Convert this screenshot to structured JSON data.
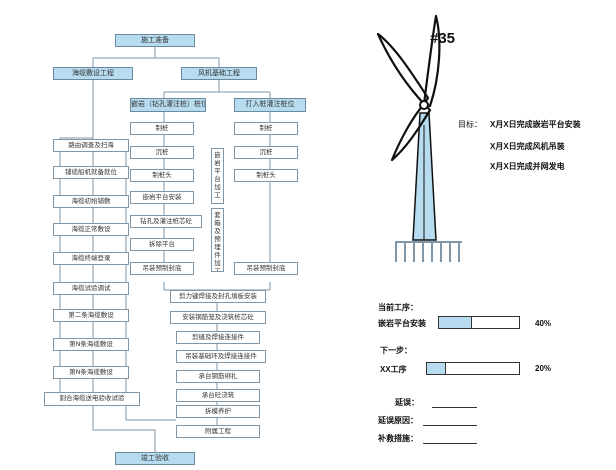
{
  "flowchart": {
    "start": "施工准备",
    "cable_branch": "海缆敷设工程",
    "foundation_branch": "风机基础工程",
    "drilled_pile_branch": "嵌岩（钻孔灌注桩）桩位",
    "driven_pile_branch": "打入桩灌注桩位",
    "cable_steps": [
      "路由调查及扫海",
      "铺缆船机就备就位",
      "海缆初始铺敷",
      "海缆正常敷设",
      "海缆终端登录",
      "海缆试验调试",
      "第二条海缆敷设",
      "第N条海缆敷设",
      "第N条海缆敷设",
      "割合海缆送电验收试验"
    ],
    "drilled_steps": [
      "制桩",
      "沉桩",
      "制桩头",
      "嵌岩平台安装",
      "钻孔及灌注桩芯砼",
      "拆除平台",
      "吊装预制封底"
    ],
    "driven_steps": [
      "制桩",
      "沉桩",
      "制桩头",
      "吊装预制封底"
    ],
    "vertical_platform": "嵌岩平台加工",
    "vertical_steel": "套箱及预埋件加工",
    "common_steps": [
      "剪力键焊接及封孔填板安装",
      "安装钢筋笼及浇筑桩芯砼",
      "剪缝及焊接连接件",
      "吊装基础环及焊接连接件",
      "承台钢筋绑扎",
      "承台砼浇筑",
      "拆模养护"
    ],
    "auxiliary": "附属工程",
    "end": "竣工验收"
  },
  "turbine": {
    "label": "#35",
    "goal_label": "目标：",
    "goals": [
      "X月X日完成嵌岩平台安装",
      "X月X日完成风机吊装",
      "X月X日完成并网发电"
    ]
  },
  "status": {
    "current_label": "当前工序：",
    "current_task": "嵌岩平台安装",
    "current_progress": 40,
    "current_progress_text": "40%",
    "next_label": "下一步：",
    "next_task": "XX工序",
    "next_progress": 20,
    "next_progress_text": "20%",
    "delay_label": "延误：",
    "delay_reason_label": "延误原因：",
    "remedy_label": "补救措施：",
    "colors": {
      "fill": "#b7dcef",
      "border": "#333333",
      "tower": "#b7dcef"
    }
  }
}
